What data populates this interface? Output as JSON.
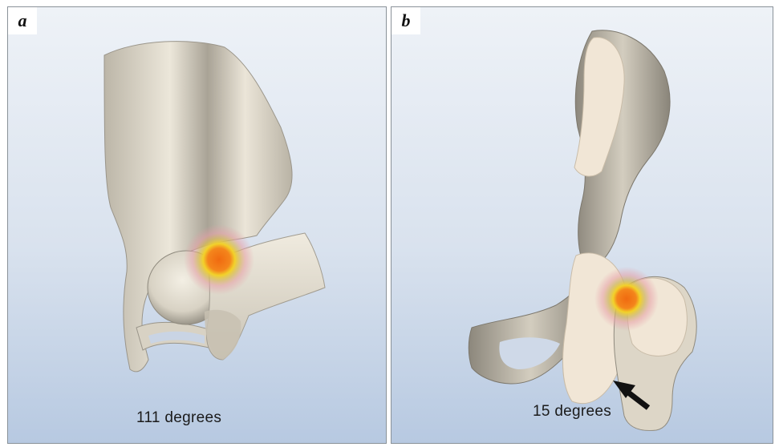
{
  "figure": {
    "panels": [
      {
        "label": "a",
        "caption": "111 degrees"
      },
      {
        "label": "b",
        "caption": "15 degrees"
      }
    ]
  },
  "colors": {
    "bone_light": "#ece6d8",
    "bone_shadow": "#8f8a7e",
    "cut_surface": "#f1e6d6",
    "impingement_core": "#f06a10",
    "impingement_ring": "#f2d22a",
    "impingement_halo": "#e7a0a8",
    "background_top": "#eef2f7",
    "background_bottom": "#b7c9e1"
  },
  "icons": [
    "arrow-icon"
  ]
}
